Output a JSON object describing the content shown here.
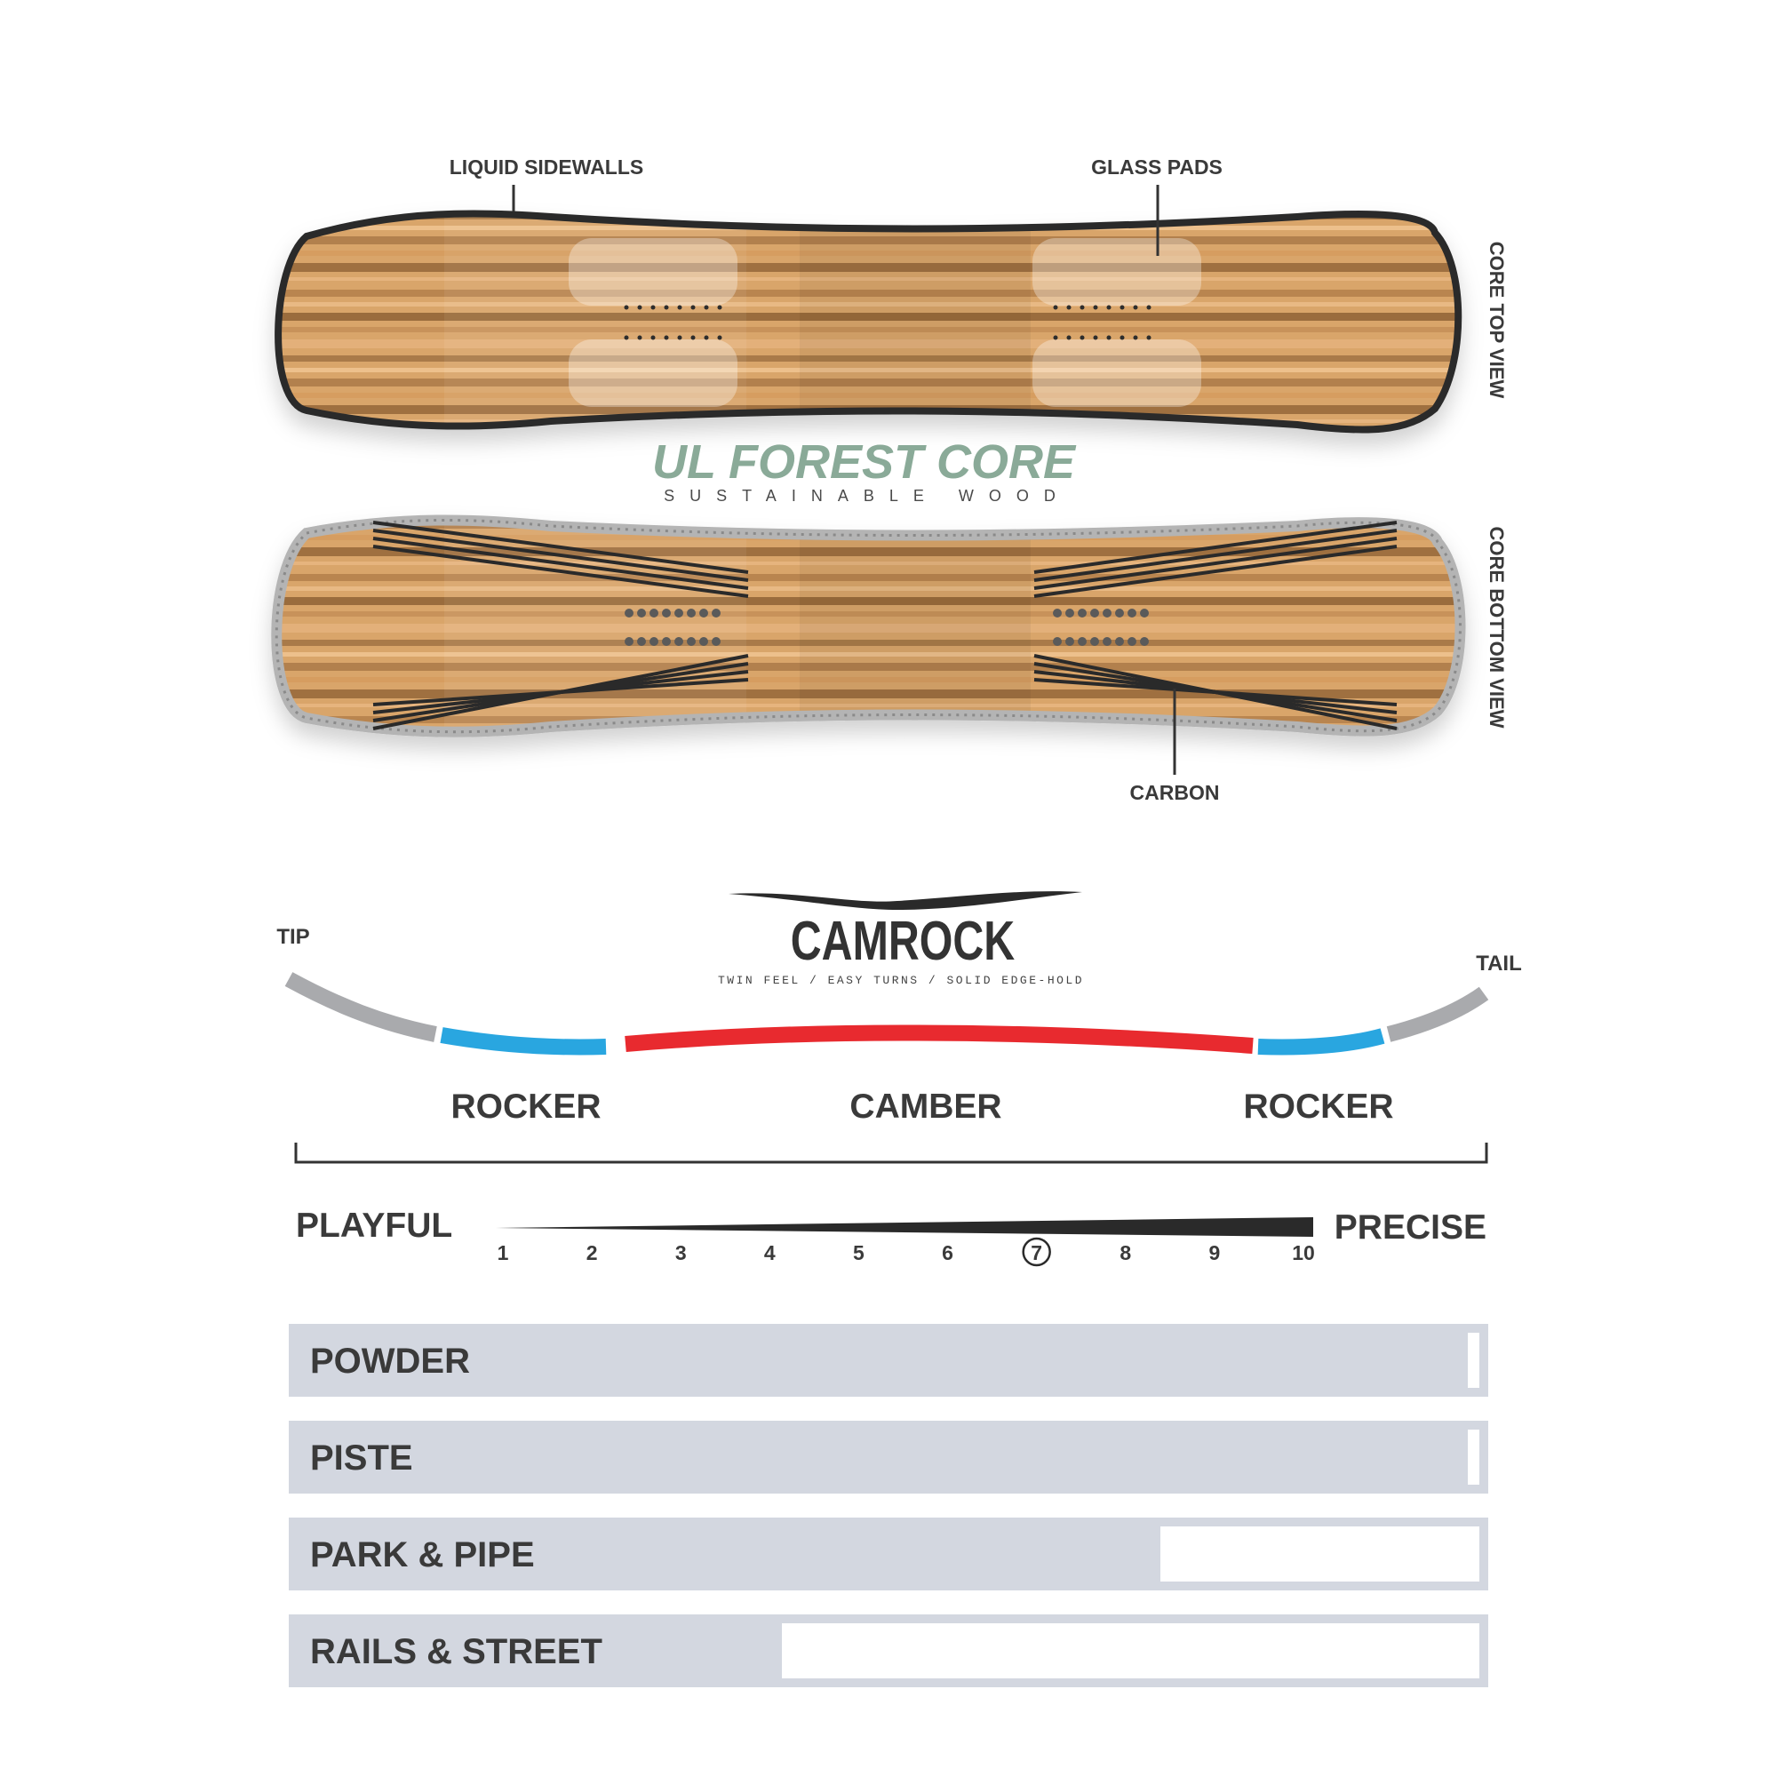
{
  "callouts": {
    "sidewalls": "LIQUID SIDEWALLS",
    "glass_pads": "GLASS PADS",
    "carbon": "CARBON",
    "top_view": "CORE TOP VIEW",
    "bottom_view": "CORE BOTTOM VIEW"
  },
  "core": {
    "title": "UL FOREST CORE",
    "subtitle": "SUSTAINABLE WOOD"
  },
  "profile": {
    "name": "CAMROCK",
    "tagline": "TWIN FEEL / EASY TURNS / SOLID EDGE-HOLD",
    "tip": "TIP",
    "tail": "TAIL",
    "zones": [
      "ROCKER",
      "CAMBER",
      "ROCKER"
    ]
  },
  "flex": {
    "left_label": "PLAYFUL",
    "right_label": "PRECISE",
    "ticks": [
      "1",
      "2",
      "3",
      "4",
      "5",
      "6",
      "7",
      "8",
      "9",
      "10"
    ],
    "selected": 7
  },
  "terrain": [
    {
      "label": "POWDER",
      "value": 0.99
    },
    {
      "label": "PISTE",
      "value": 0.99
    },
    {
      "label": "PARK & PIPE",
      "value": 0.73
    },
    {
      "label": "RAILS & STREET",
      "value": 0.41
    }
  ],
  "colors": {
    "wood_light": "#d9a56a",
    "wood_dark": "#9a6c3c",
    "core_title": "#8aaa98",
    "rocker_tip": "#a9aaad",
    "rocker": "#29a6e0",
    "camber": "#e82a2f",
    "bar_bg": "#d3d7e0",
    "dark": "#3a3a3a"
  }
}
